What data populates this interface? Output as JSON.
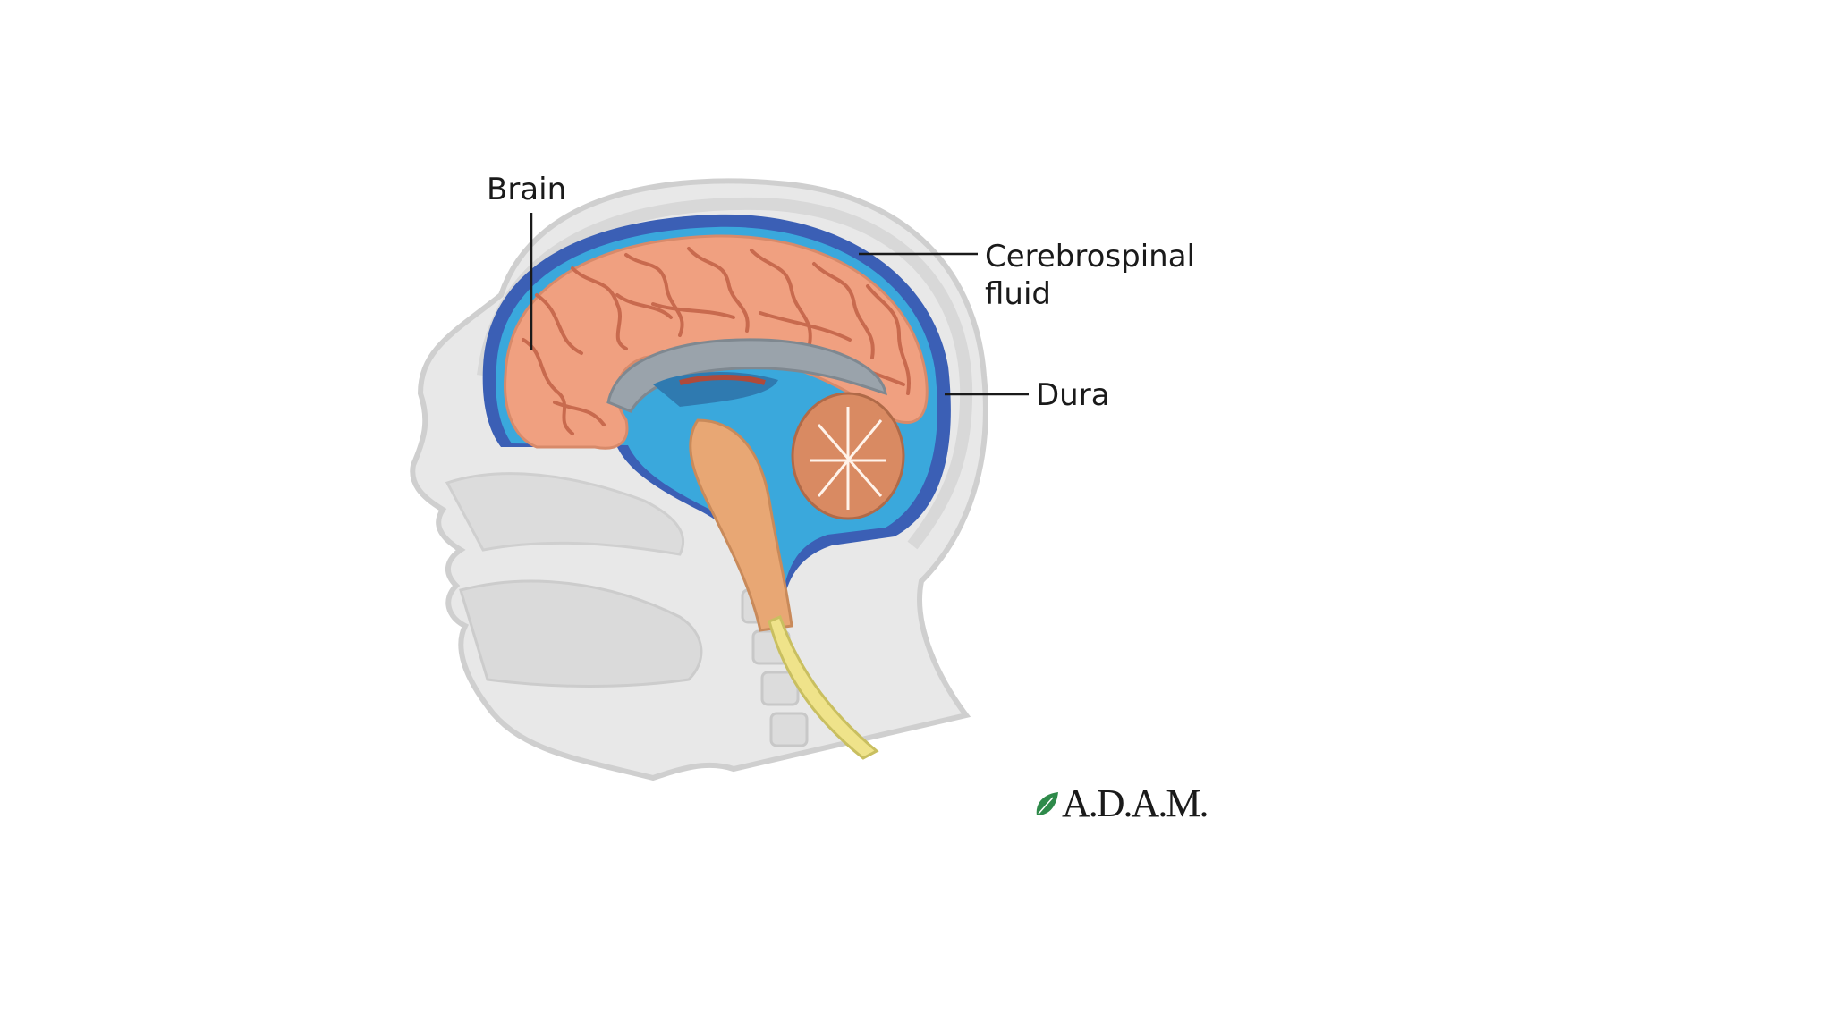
{
  "labels": {
    "brain": "Brain",
    "csf_line1": "Cerebrospinal",
    "csf_line2": "fluid",
    "dura": "Dura"
  },
  "logo": {
    "text": "A.D.A.M."
  },
  "colors": {
    "background": "#ffffff",
    "head_fill": "#e6e6e6",
    "head_stroke": "#c9c9c9",
    "csf_blue": "#3aa8dc",
    "dura_blue": "#3b5fb5",
    "brain_orange": "#f0a080",
    "brain_sulci": "#c86a4e",
    "cord_yellow": "#efe38a",
    "brainstem": "#e8a774",
    "logo_green": "#2e8a4a"
  }
}
